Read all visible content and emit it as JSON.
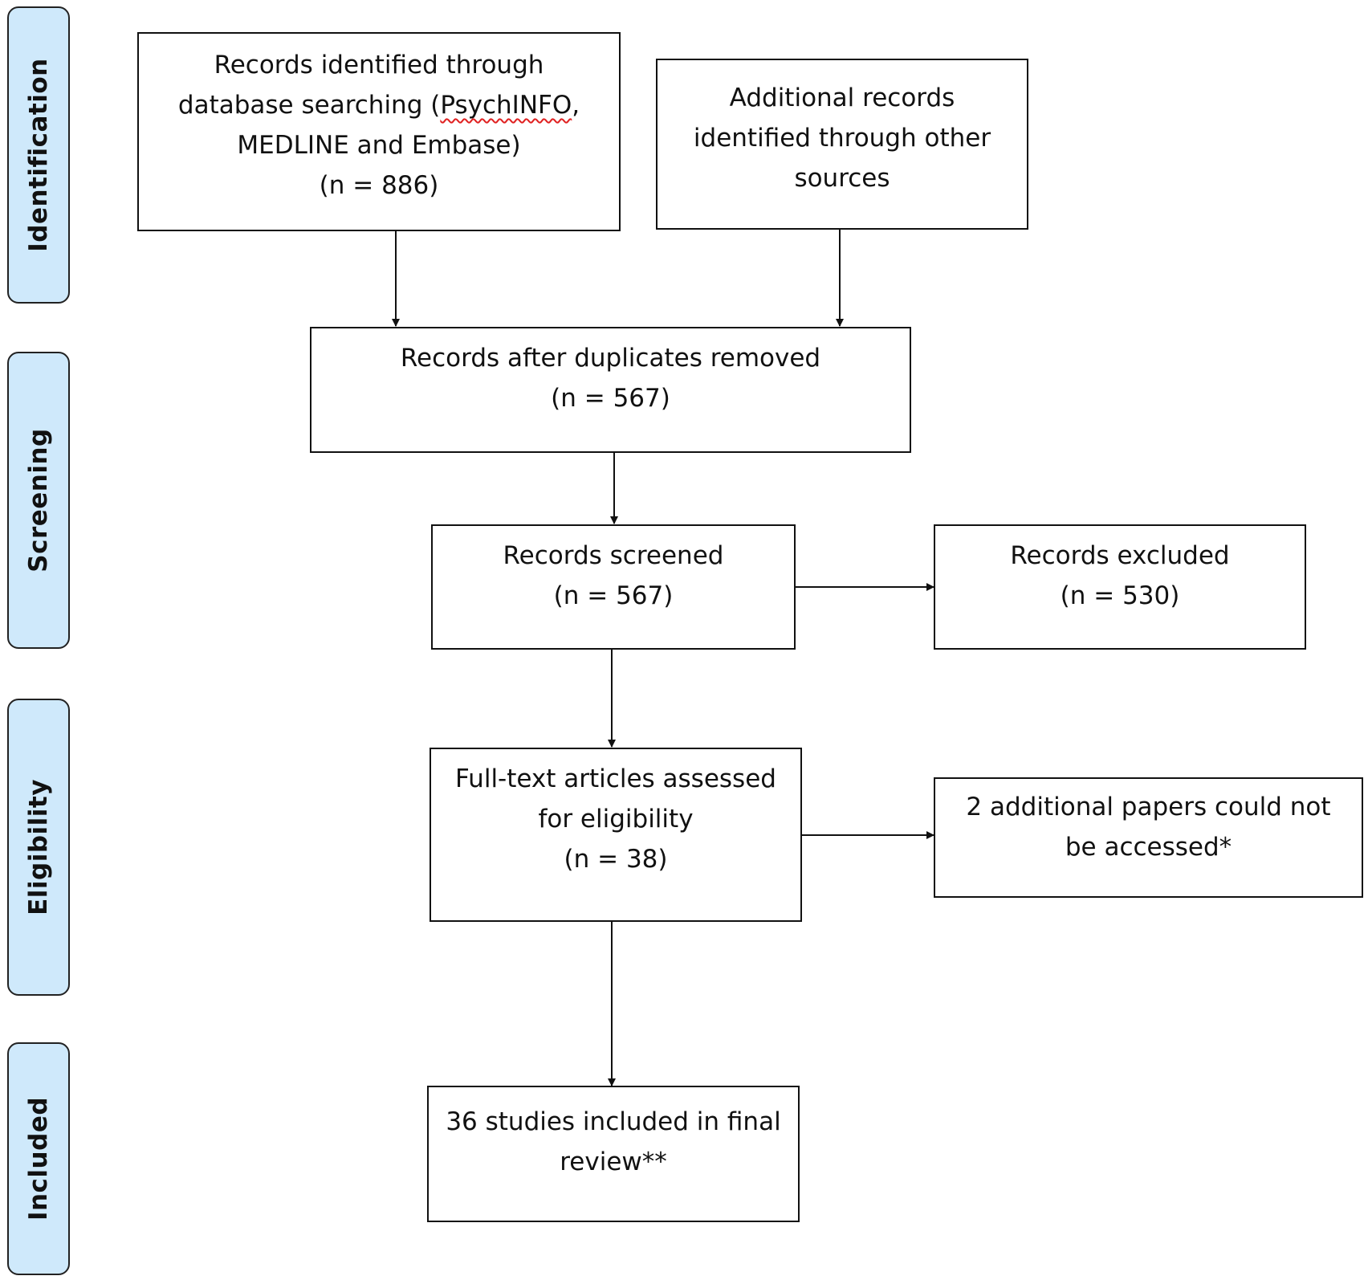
{
  "phases": {
    "identification": "Identification",
    "screening": "Screening",
    "eligibility": "Eligibility",
    "included": "Included"
  },
  "boxes": {
    "database_records": {
      "line1": "Records identified through",
      "line2_pre": "database searching (",
      "line2_mark": "PsychINFO",
      "line2_post": ",",
      "line3": "MEDLINE and Embase)",
      "line4": "(n = 886)"
    },
    "other_sources": {
      "line1": "Additional records",
      "line2": "identified through other",
      "line3": "sources"
    },
    "after_duplicates": {
      "line1": "Records after duplicates removed",
      "line2": "(n = 567)"
    },
    "screened": {
      "line1": "Records screened",
      "line2": "(n = 567)"
    },
    "excluded": {
      "line1": "Records excluded",
      "line2": "(n = 530)"
    },
    "full_text": {
      "line1": "Full-text articles assessed",
      "line2": "for eligibility",
      "line3": "(n = 38)"
    },
    "not_accessed": {
      "line1": "2 additional papers could not",
      "line2": "be accessed*"
    },
    "included_studies": {
      "line1": "36 studies included in final",
      "line2": "review**"
    }
  },
  "colors": {
    "phase_fill": "#cfe9fb",
    "stroke": "#111111",
    "spellcheck": "#e02020"
  }
}
